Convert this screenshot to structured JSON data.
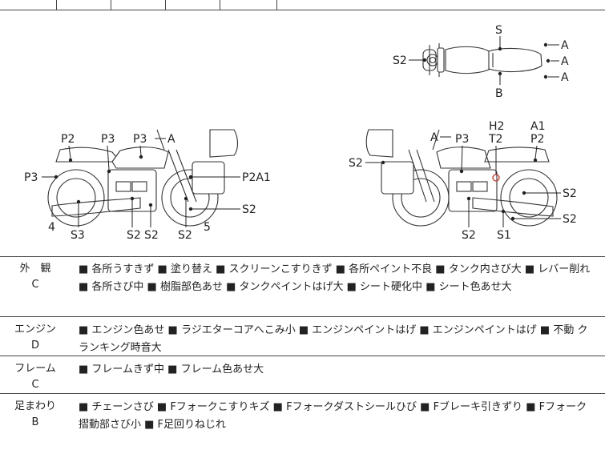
{
  "diagram": {
    "top_view": {
      "labels": [
        "S",
        "S2",
        "A",
        "A",
        "A",
        "B"
      ]
    },
    "left_view": {
      "labels": [
        "P2",
        "P3",
        "P3",
        "A",
        "P3",
        "P2A1",
        "S2",
        "4",
        "S3",
        "S2",
        "S2",
        "S2",
        "5"
      ]
    },
    "right_view": {
      "labels": [
        "H2",
        "T2",
        "A1",
        "P2",
        "A",
        "P3",
        "S2",
        "S2",
        "S2",
        "S2",
        "S1"
      ]
    }
  },
  "conditions": [
    {
      "name": "外　観",
      "grade": "C",
      "items": "■ 各所うすきず ■ 塗り替え ■ スクリーンこすりきず ■ 各所ペイント不良 ■ タンク内さび大 ■ レバー削れ ■ 各所さび中 ■ 樹脂部色あせ ■ タンクペイントはげ大 ■ シート硬化中 ■ シート色あせ大"
    },
    {
      "name": "エンジン",
      "grade": "D",
      "items": "■ エンジン色あせ ■ ラジエターコアへこみ小 ■ エンジンペイントはげ ■ エンジンペイントはげ ■ 不動 クランキング時音大"
    },
    {
      "name": "フレーム",
      "grade": "C",
      "items": "■ フレームきず中 ■ フレーム色あせ大"
    },
    {
      "name": "足まわり",
      "grade": "B",
      "items": "■ チェーンさび ■ Fフォークこすりキズ ■ Fフォークダストシールひび ■ Fブレーキ引きずり ■ Fフォーク摺動部さび小 ■ F足回りねじれ"
    }
  ]
}
